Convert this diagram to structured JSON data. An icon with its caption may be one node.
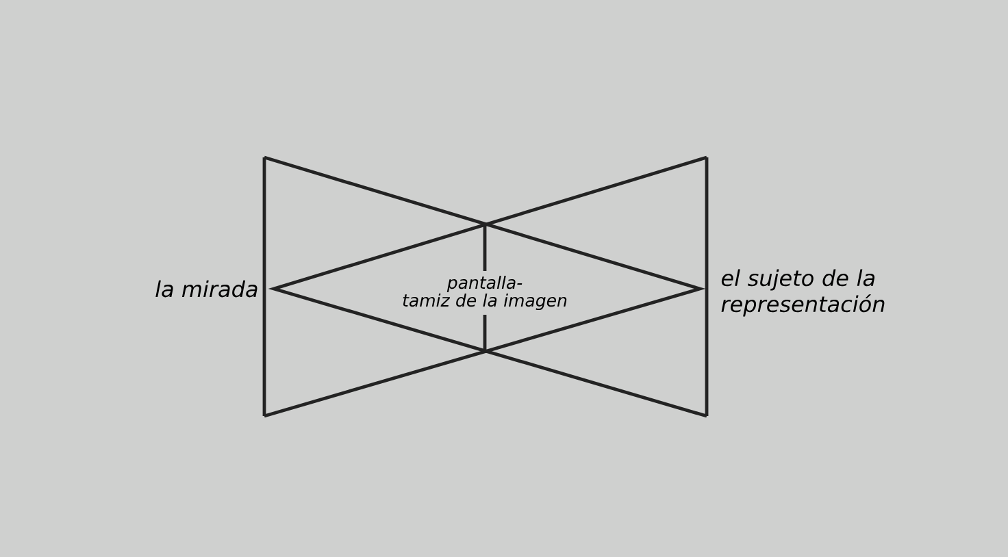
{
  "diagram": {
    "labels": [
      "la mirada",
      "pantalla- tamiz de la imagen",
      "el sujeto de la representación"
    ]
  }
}
